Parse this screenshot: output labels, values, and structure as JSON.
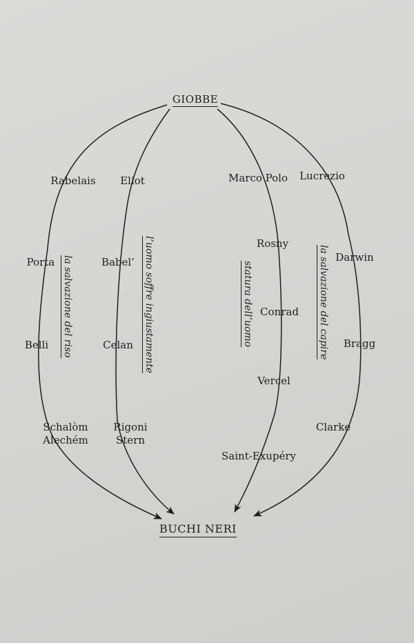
{
  "title_top": "GIOBBE",
  "title_bottom": "BUCHI NERI",
  "nodes": [
    {
      "id": "rabelais",
      "text": "Rabelais"
    },
    {
      "id": "eliot",
      "text": "Eliot"
    },
    {
      "id": "marco-polo",
      "text": "Marco Polo"
    },
    {
      "id": "lucrezio",
      "text": "Lucrezio"
    },
    {
      "id": "porta",
      "text": "Porta"
    },
    {
      "id": "babel",
      "text": "Babel’"
    },
    {
      "id": "rosny",
      "text": "Rosny"
    },
    {
      "id": "darwin",
      "text": "Darwin"
    },
    {
      "id": "conrad",
      "text": "Conrad"
    },
    {
      "id": "belli",
      "text": "Belli"
    },
    {
      "id": "celan",
      "text": "Celan"
    },
    {
      "id": "bragg",
      "text": "Bragg"
    },
    {
      "id": "vercel",
      "text": "Vercel"
    },
    {
      "id": "schalom",
      "text": "Schalòm"
    },
    {
      "id": "alechem",
      "text": "Alechém"
    },
    {
      "id": "rigoni",
      "text": "Rigoni"
    },
    {
      "id": "stern",
      "text": "Stern"
    },
    {
      "id": "clarke",
      "text": "Clarke"
    },
    {
      "id": "saint-exupery",
      "text": "Saint-Exupéry"
    }
  ],
  "themes": {
    "riso": "la salvazione del riso",
    "ingiusto": "l’uomo soffre ingiustamente",
    "statura": "statura dell’uomo",
    "capire": "la salvazione del capire"
  }
}
